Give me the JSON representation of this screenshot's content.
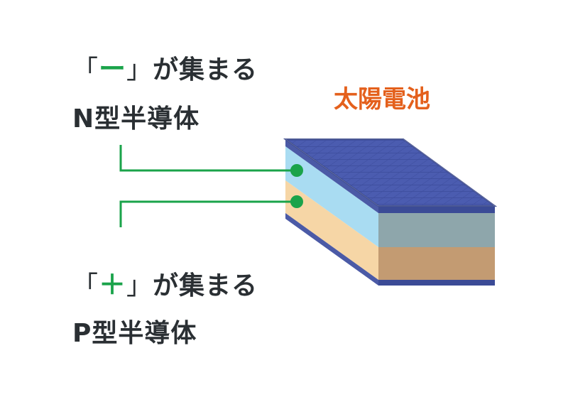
{
  "title": "太陽電池",
  "n_type": {
    "open": "「",
    "sign": "ー",
    "close": "」",
    "tail": "が集まる",
    "name": "N型半導体"
  },
  "p_type": {
    "open": "「",
    "sign": "＋",
    "close": "」",
    "tail": "が集まる",
    "name": "P型半導体"
  },
  "colors": {
    "title": "#e4601c",
    "wire": "#1aa34a",
    "text": "#2a2f33",
    "panel": "#3b4b96",
    "n_layer_front": "#a9dcf2",
    "n_layer_side": "#8ea6ab",
    "p_layer_front": "#f6d6a6",
    "p_layer_side": "#c39b72",
    "frame": "#4b5aa6"
  }
}
